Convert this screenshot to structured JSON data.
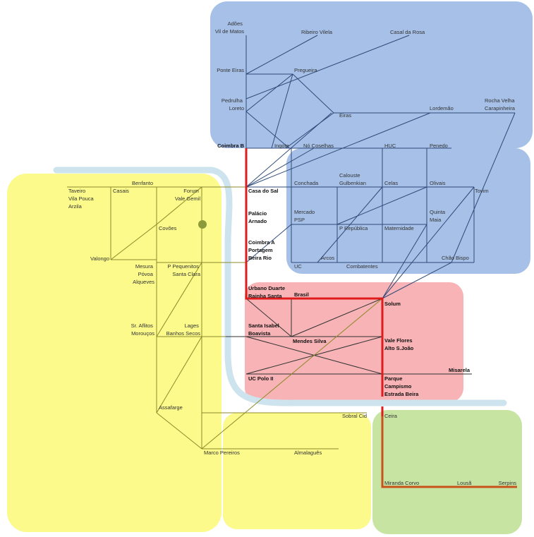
{
  "colors": {
    "zone_blue": "#a6c0e8",
    "zone_red": "#f7b3b6",
    "zone_yellow": "#fbfa8a",
    "zone_green": "#c8e4a3",
    "river": "#cde4ef",
    "main_line": "#e01b1b",
    "lousa_line": "#c9531c",
    "blue_lines": "#2f4a78",
    "yellow_lines": "#8c8a2a",
    "dot": "#8c9a3c"
  },
  "stations": {
    "adoes": [
      "Adões",
      "Vil de Matos"
    ],
    "ribeiro_vilela": [
      "Ribeiro Vilela"
    ],
    "casal_da_rosa": [
      "Casal da Rosa"
    ],
    "ponte_eiras": [
      "Ponte Eiras"
    ],
    "pregueira": [
      "Pregueira"
    ],
    "pedrulha": [
      "Pedrulha",
      "Loreto"
    ],
    "eiras": [
      "Eiras"
    ],
    "lordemao": [
      "Lordemão"
    ],
    "rocha_velha": [
      "Rocha Velha",
      "Carapinheira"
    ],
    "coimbra_b": [
      "Coimbra B"
    ],
    "ingote": [
      "Ingote"
    ],
    "no_coselhas": [
      "Nó Coselhas"
    ],
    "huc": [
      "HUC"
    ],
    "penedo": [
      "Penedo"
    ],
    "benfanto": [
      "Benfanto"
    ],
    "taveiro": [
      "Taveiro",
      "Vila Pouca",
      "Arzila"
    ],
    "casais": [
      "Casais"
    ],
    "forum": [
      "Forum",
      "Vale Gemil"
    ],
    "casa_do_sal": [
      "Casa do Sal"
    ],
    "conchada": [
      "Conchada"
    ],
    "calouste": [
      "Calouste",
      "Gulbenkian"
    ],
    "celas": [
      "Celas"
    ],
    "olivais": [
      "Olivais"
    ],
    "tovim": [
      "Tovim"
    ],
    "palacio_arnado": [
      "Palácio",
      "Arnado"
    ],
    "mercado": [
      "Mercado",
      "PSP"
    ],
    "quinta_maia": [
      "Quinta",
      "Maia"
    ],
    "covoes": [
      "Covões"
    ],
    "republica": [
      "P República"
    ],
    "maternidade": [
      "Maternidade"
    ],
    "coimbra_a": [
      "Coimbra A",
      "Portagem",
      "Beira Rio"
    ],
    "valongo": [
      "Valongo"
    ],
    "arcos": [
      "Arcos"
    ],
    "chao_bispo": [
      "Chão Bispo"
    ],
    "mesura": [
      "Mesura",
      "Póvoa",
      "Alqueves"
    ],
    "p_pequenitos": [
      "P Pequenitos",
      "Santa Clara"
    ],
    "uc": [
      "UC"
    ],
    "combatentes": [
      "Combatentes"
    ],
    "urbano_duarte": [
      "Urbano Duarte",
      "Rainha Santa"
    ],
    "brasil": [
      "Brasil"
    ],
    "solum": [
      "Solum"
    ],
    "sr_aflitos": [
      "Sr. Aflitos",
      "Morouços"
    ],
    "lages": [
      "Lages",
      "Banhos Secos"
    ],
    "santa_isabel": [
      "Santa Isabel",
      "Boavista"
    ],
    "mendes_silva": [
      "Mendes Silva"
    ],
    "vale_flores": [
      "Vale Flores",
      "Alto S.João"
    ],
    "misarela": [
      "Misarela"
    ],
    "uc_polo_ii": [
      "UC Polo II"
    ],
    "parque": [
      "Parque",
      "Campismo",
      "Estrada Beira"
    ],
    "assafarge": [
      "Assafarge"
    ],
    "sobral_cid": [
      "Sobral Cid"
    ],
    "ceira": [
      "Ceira"
    ],
    "marco_pereiros": [
      "Marco Pereiros"
    ],
    "almalagues": [
      "Almalaguês"
    ],
    "miranda_corvo": [
      "Miranda Corvo"
    ],
    "lousa": [
      "Lousã"
    ],
    "serpins": [
      "Serpins"
    ]
  }
}
